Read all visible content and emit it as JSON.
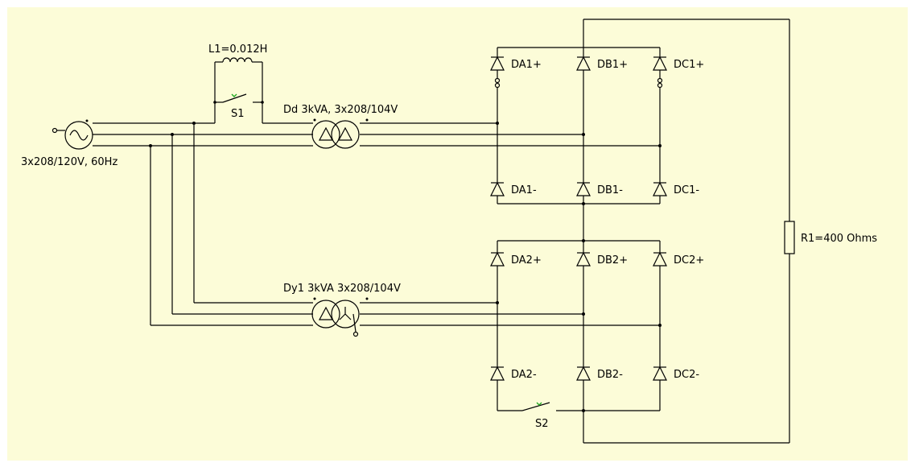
{
  "colors": {
    "background": "#fcfcd8",
    "wire": "#000000",
    "switch_mark": "#22aa22"
  },
  "source": {
    "label": "3x208/120V, 60Hz",
    "icon": "ac-source-icon"
  },
  "inductor": {
    "label": "L1=0.012H",
    "icon": "inductor-icon"
  },
  "switches": [
    {
      "label": "S1",
      "icon": "switch-icon"
    },
    {
      "label": "S2",
      "icon": "switch-icon"
    }
  ],
  "transformers": [
    {
      "label": "Dd 3kVA, 3x208/104V",
      "icon": "transformer-delta-delta-icon"
    },
    {
      "label": "Dy1 3kVA 3x208/104V",
      "icon": "transformer-delta-wye-icon"
    }
  ],
  "diodes": [
    {
      "label": "DA1+"
    },
    {
      "label": "DB1+"
    },
    {
      "label": "DC1+"
    },
    {
      "label": "DA1-"
    },
    {
      "label": "DB1-"
    },
    {
      "label": "DC1-"
    },
    {
      "label": "DA2+"
    },
    {
      "label": "DB2+"
    },
    {
      "label": "DC2+"
    },
    {
      "label": "DA2-"
    },
    {
      "label": "DB2-"
    },
    {
      "label": "DC2-"
    }
  ],
  "resistor": {
    "label": "R1=400 Ohms",
    "icon": "resistor-icon"
  }
}
